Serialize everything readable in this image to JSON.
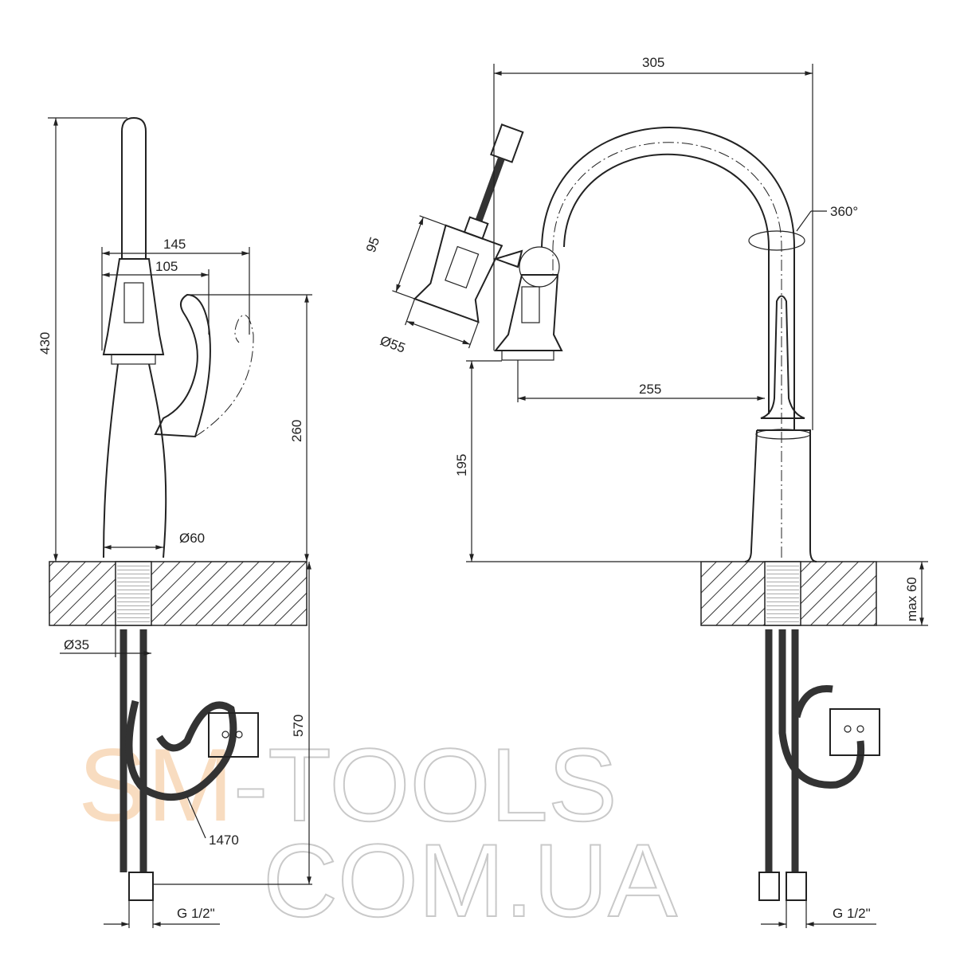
{
  "side_view": {
    "dim_height_total": "430",
    "dim_width_145": "145",
    "dim_width_105": "105",
    "dim_height_260": "260",
    "dim_base_diameter": "Ø60",
    "dim_shank_diameter": "Ø35",
    "dim_hose_depth": "570",
    "dim_hose_length": "1470",
    "dim_thread": "G 1/2\""
  },
  "spray_head": {
    "dim_length": "95",
    "dim_diameter": "Ø55"
  },
  "front_view": {
    "dim_width_305": "305",
    "dim_rotation": "360°",
    "dim_reach_255": "255",
    "dim_height_195": "195",
    "dim_max_thickness": "max 60",
    "dim_thread": "G 1/2\""
  },
  "watermark": {
    "line1_accent": "SM",
    "line1_rest": "-TOOLS",
    "line2": "COM.UA"
  }
}
